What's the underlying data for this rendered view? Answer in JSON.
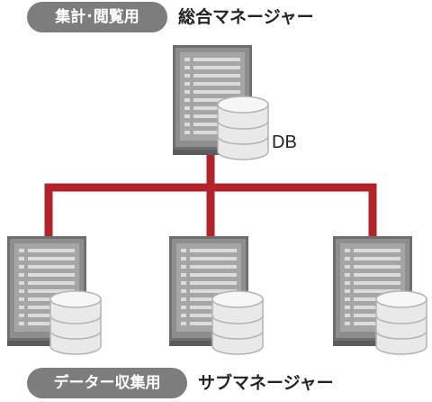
{
  "top": {
    "badge": "集計･閲覧用",
    "role": "総合マネージャー",
    "db_label": "DB"
  },
  "bottom": {
    "badge": "データー収集用",
    "role": "サブマネージャー"
  },
  "colors": {
    "connector": "#b2232c",
    "badge_bg": "#7d7d7d",
    "server_body": "#8c8c8c",
    "database": "#ececec"
  },
  "icons": [
    "server-icon",
    "database-icon"
  ]
}
